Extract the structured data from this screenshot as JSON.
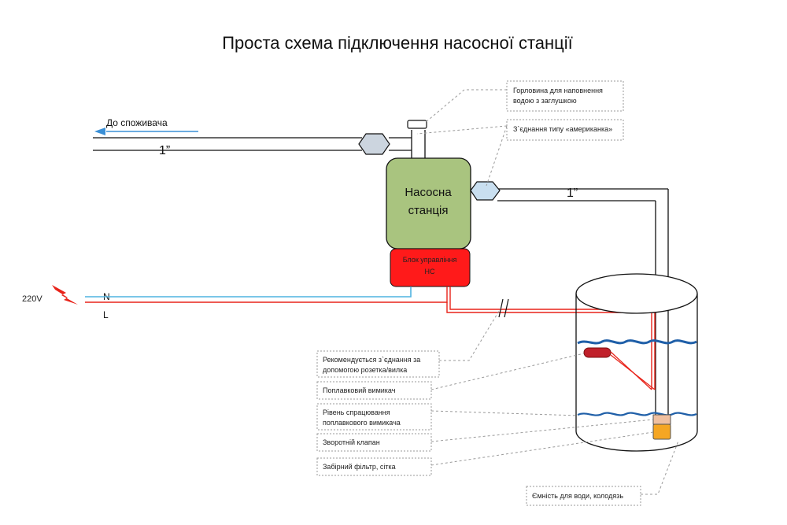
{
  "title": "Проста схема підключення насосної станції",
  "consumer_label": "До споживача",
  "pipe_label_left": "1”",
  "pipe_label_right": "1”",
  "pump_station": {
    "line1": "Насосна",
    "line2": "станція",
    "color": "#a9c47f"
  },
  "control_unit": {
    "line1": "Блок управління",
    "line2": "НС",
    "color": "#ff1a1a"
  },
  "power": {
    "voltage": "220V",
    "neutral": "N",
    "live": "L"
  },
  "callouts": {
    "filler_neck": {
      "line1": "Горловина для наповнення",
      "line2": "водою з заглушкою"
    },
    "union": {
      "line1": "З`єднання типу «американка»"
    },
    "socket": {
      "line1": "Рекомендується з`єднання за",
      "line2": "допомогою розетка/вилка"
    },
    "float_switch": {
      "line1": "Поплавковий вимикач"
    },
    "float_level": {
      "line1": "Рівень спрацювання",
      "line2": "поплавкового вимикача"
    },
    "check_valve": {
      "line1": "Зворотній клапан"
    },
    "intake_filter": {
      "line1": "Забірний фільтр, сітка"
    },
    "tank": {
      "line1": "Ємність для води, колодязь"
    }
  },
  "colors": {
    "neutral_wire": "#4fb3e0",
    "live_wire": "#e8231a",
    "consumer_arrow": "#3a8fd6",
    "union_fill": "#c9dff0",
    "water": "#1f5fa8",
    "check_valve": "#f0c0a0",
    "filter": "#f5a623"
  }
}
